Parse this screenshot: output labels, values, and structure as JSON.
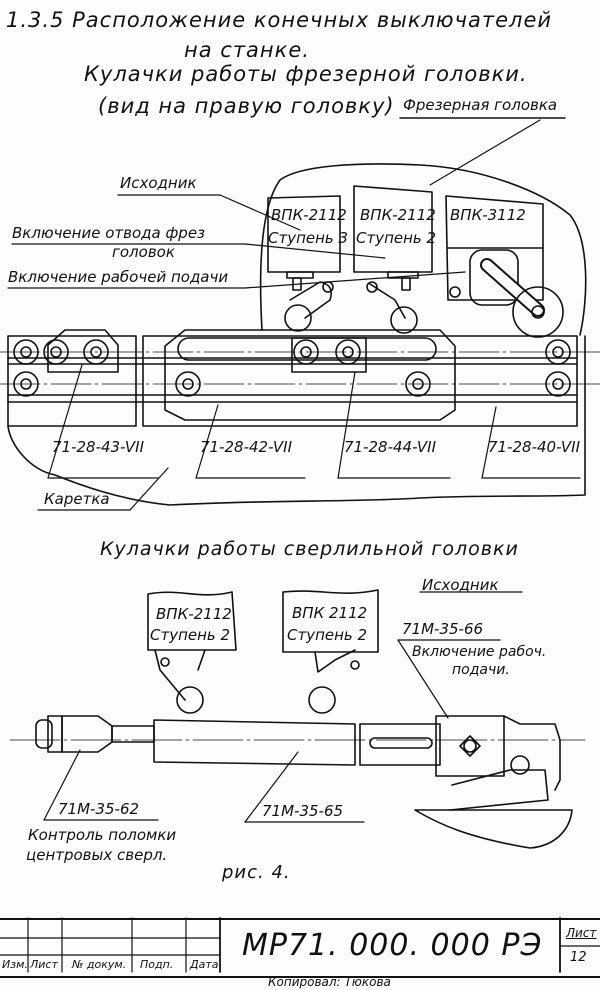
{
  "section": {
    "number": "1.3.5",
    "title_line1": "Расположение   конечных  выключателей",
    "title_line2": "на  станке."
  },
  "milling": {
    "heading": "Кулачки  работы  фрезерной  головки.",
    "subheading": "(вид  на  правую  головку)",
    "head_label": "Фрезерная головка",
    "callouts": {
      "initial": "Исходник",
      "retract_line1": "Включение  отвода фрез",
      "retract_line2": "головок",
      "feed": "Включение рабочей подачи",
      "carriage": "Каретка"
    },
    "switches": [
      {
        "model": "ВПК-2112",
        "stage": "Ступень 3"
      },
      {
        "model": "ВПК-2112",
        "stage": "Ступень 2"
      },
      {
        "model": "ВПК-3112",
        "stage": ""
      }
    ],
    "parts": [
      "71-28-43-VII",
      "71-28-42-VII",
      "71-28-44-VII",
      "71-28-40-VII"
    ]
  },
  "drilling": {
    "heading": "Кулачки  работы  сверлильной головки",
    "switches": [
      {
        "model": "ВПК-2112",
        "stage": "Ступень 2"
      },
      {
        "model": "ВПК 2112",
        "stage": "Ступень 2"
      }
    ],
    "callouts": {
      "initial": "Исходник",
      "feed_line1": "Включение  рабоч.",
      "feed_line2": "подачи.",
      "break_line1": "Контроль поломки",
      "break_line2": "центровых сверл."
    },
    "parts": [
      "71М-35-66",
      "71М-35-62",
      "71М-35-65"
    ]
  },
  "figure_caption": "рис. 4.",
  "title_block": {
    "doc_number": "МР71. 000. 000 РЭ",
    "sheet_label": "Лист",
    "sheet_number": "12",
    "columns": [
      "Изм.",
      "Лист",
      "№ докум.",
      "Подп.",
      "Дата"
    ],
    "copied_by": "Копировал: Тюкова"
  }
}
